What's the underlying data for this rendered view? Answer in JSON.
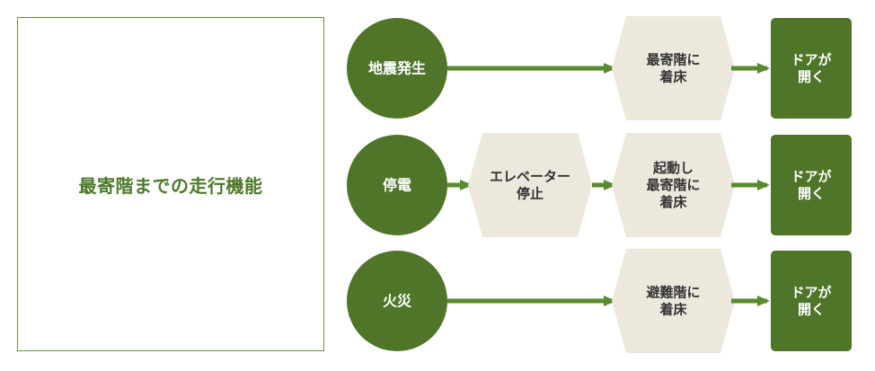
{
  "left_panel": {
    "title": "最寄階までの走行機能"
  },
  "colors": {
    "primary_green": "#4f7528",
    "arrow_green": "#5a8a2e",
    "hexagon_fill": "#ece8dc",
    "panel_border": "#6b8f3f"
  },
  "rows": [
    {
      "trigger": "地震発生",
      "steps": [
        [
          "最寄階に",
          "着床"
        ]
      ],
      "result": [
        "ドアが",
        "開く"
      ]
    },
    {
      "trigger": "停電",
      "steps": [
        [
          "エレベーター",
          "停止"
        ],
        [
          "起動し",
          "最寄階に",
          "着床"
        ]
      ],
      "result": [
        "ドアが",
        "開く"
      ]
    },
    {
      "trigger": "火災",
      "steps": [
        [
          "避難階に",
          "着床"
        ]
      ],
      "result": [
        "ドアが",
        "開く"
      ]
    }
  ]
}
